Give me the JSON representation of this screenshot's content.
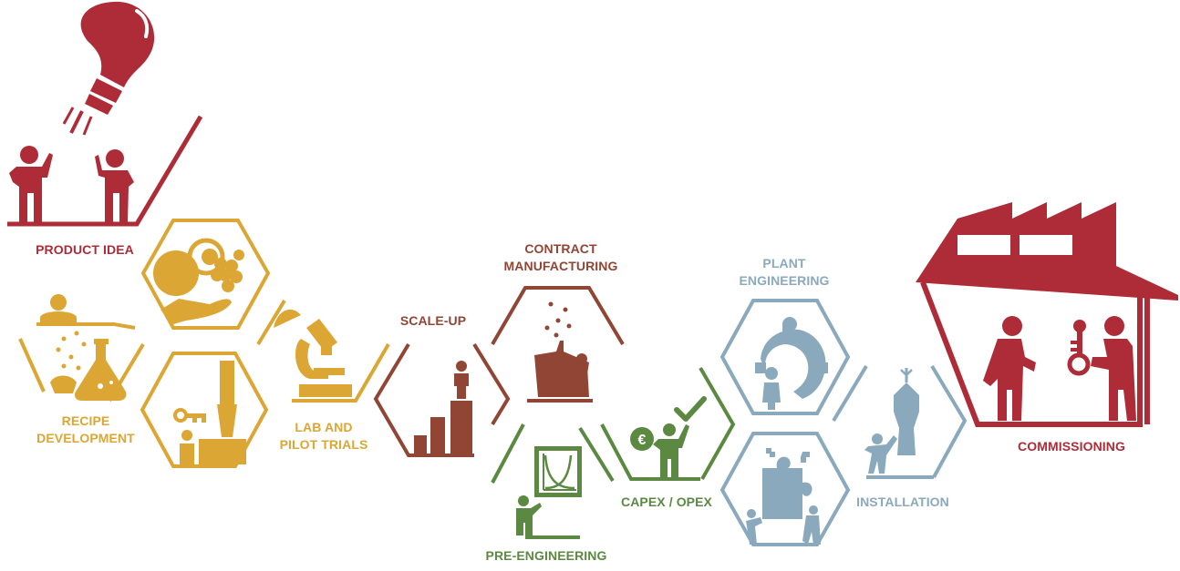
{
  "colors": {
    "red": "#ad2c37",
    "gold": "#dba633",
    "brown": "#914534",
    "green": "#5b8941",
    "blue": "#8aa9bd"
  },
  "steps": {
    "product_idea": {
      "label": "PRODUCT IDEA"
    },
    "recipe_development": {
      "line1": "RECIPE",
      "line2": "DEVELOPMENT"
    },
    "lab_pilot": {
      "line1": "LAB AND",
      "line2": "PILOT TRIALS"
    },
    "scale_up": {
      "label": "SCALE-UP"
    },
    "contract_manufacturing": {
      "line1": "CONTRACT",
      "line2": "MANUFACTURING"
    },
    "pre_engineering": {
      "label": "PRE-ENGINEERING"
    },
    "capex_opex": {
      "label": "CAPEX / OPEX",
      "currency_symbol": "€"
    },
    "plant_engineering": {
      "line1": "PLANT",
      "line2": "ENGINEERING"
    },
    "installation": {
      "label": "INSTALLATION"
    },
    "commissioning": {
      "label": "COMMISSIONING"
    }
  },
  "icons": [
    "lightbulb-icon",
    "people-icon",
    "scientist-icon",
    "flask-icon",
    "cells-icon",
    "hand-icon",
    "key-icon",
    "microscope-icon",
    "bar-chart-icon",
    "big-bag-icon",
    "graph-board-icon",
    "checkmark-icon",
    "gear-icon",
    "puzzle-icon",
    "crane-hook-icon",
    "factory-icon"
  ]
}
